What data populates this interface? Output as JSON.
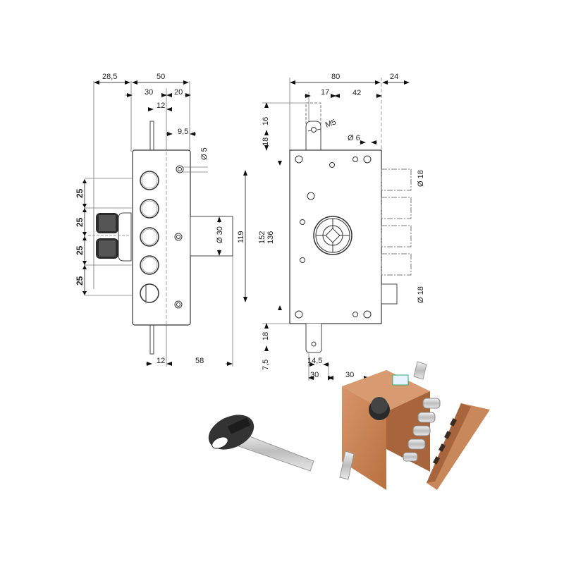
{
  "diagram": {
    "side_view": {
      "top_dims": [
        "28,5",
        "50",
        "30",
        "20",
        "12",
        "9,5"
      ],
      "pin_spacing": [
        "25",
        "25",
        "25",
        "25"
      ],
      "hole_dia": "Ø 5",
      "bolt_dia": "Ø 30",
      "bottom_dims": [
        "12",
        "58"
      ]
    },
    "front_view": {
      "top_dims": [
        "80",
        "24",
        "17",
        "42"
      ],
      "thread": "M5",
      "hole_dia": "Ø 6",
      "left_dims": [
        "16",
        "18",
        "18",
        "7,5"
      ],
      "vertical_dims": [
        "119",
        "152",
        "136"
      ],
      "bolt_dia_top": "Ø 18",
      "bolt_dia_bottom": "Ø 18",
      "bottom_dims": [
        "14,5",
        "30",
        "30"
      ]
    },
    "photos": {
      "key": "key-photo",
      "lock": "lock-body-photo",
      "strike": "strike-plate-photo"
    }
  }
}
